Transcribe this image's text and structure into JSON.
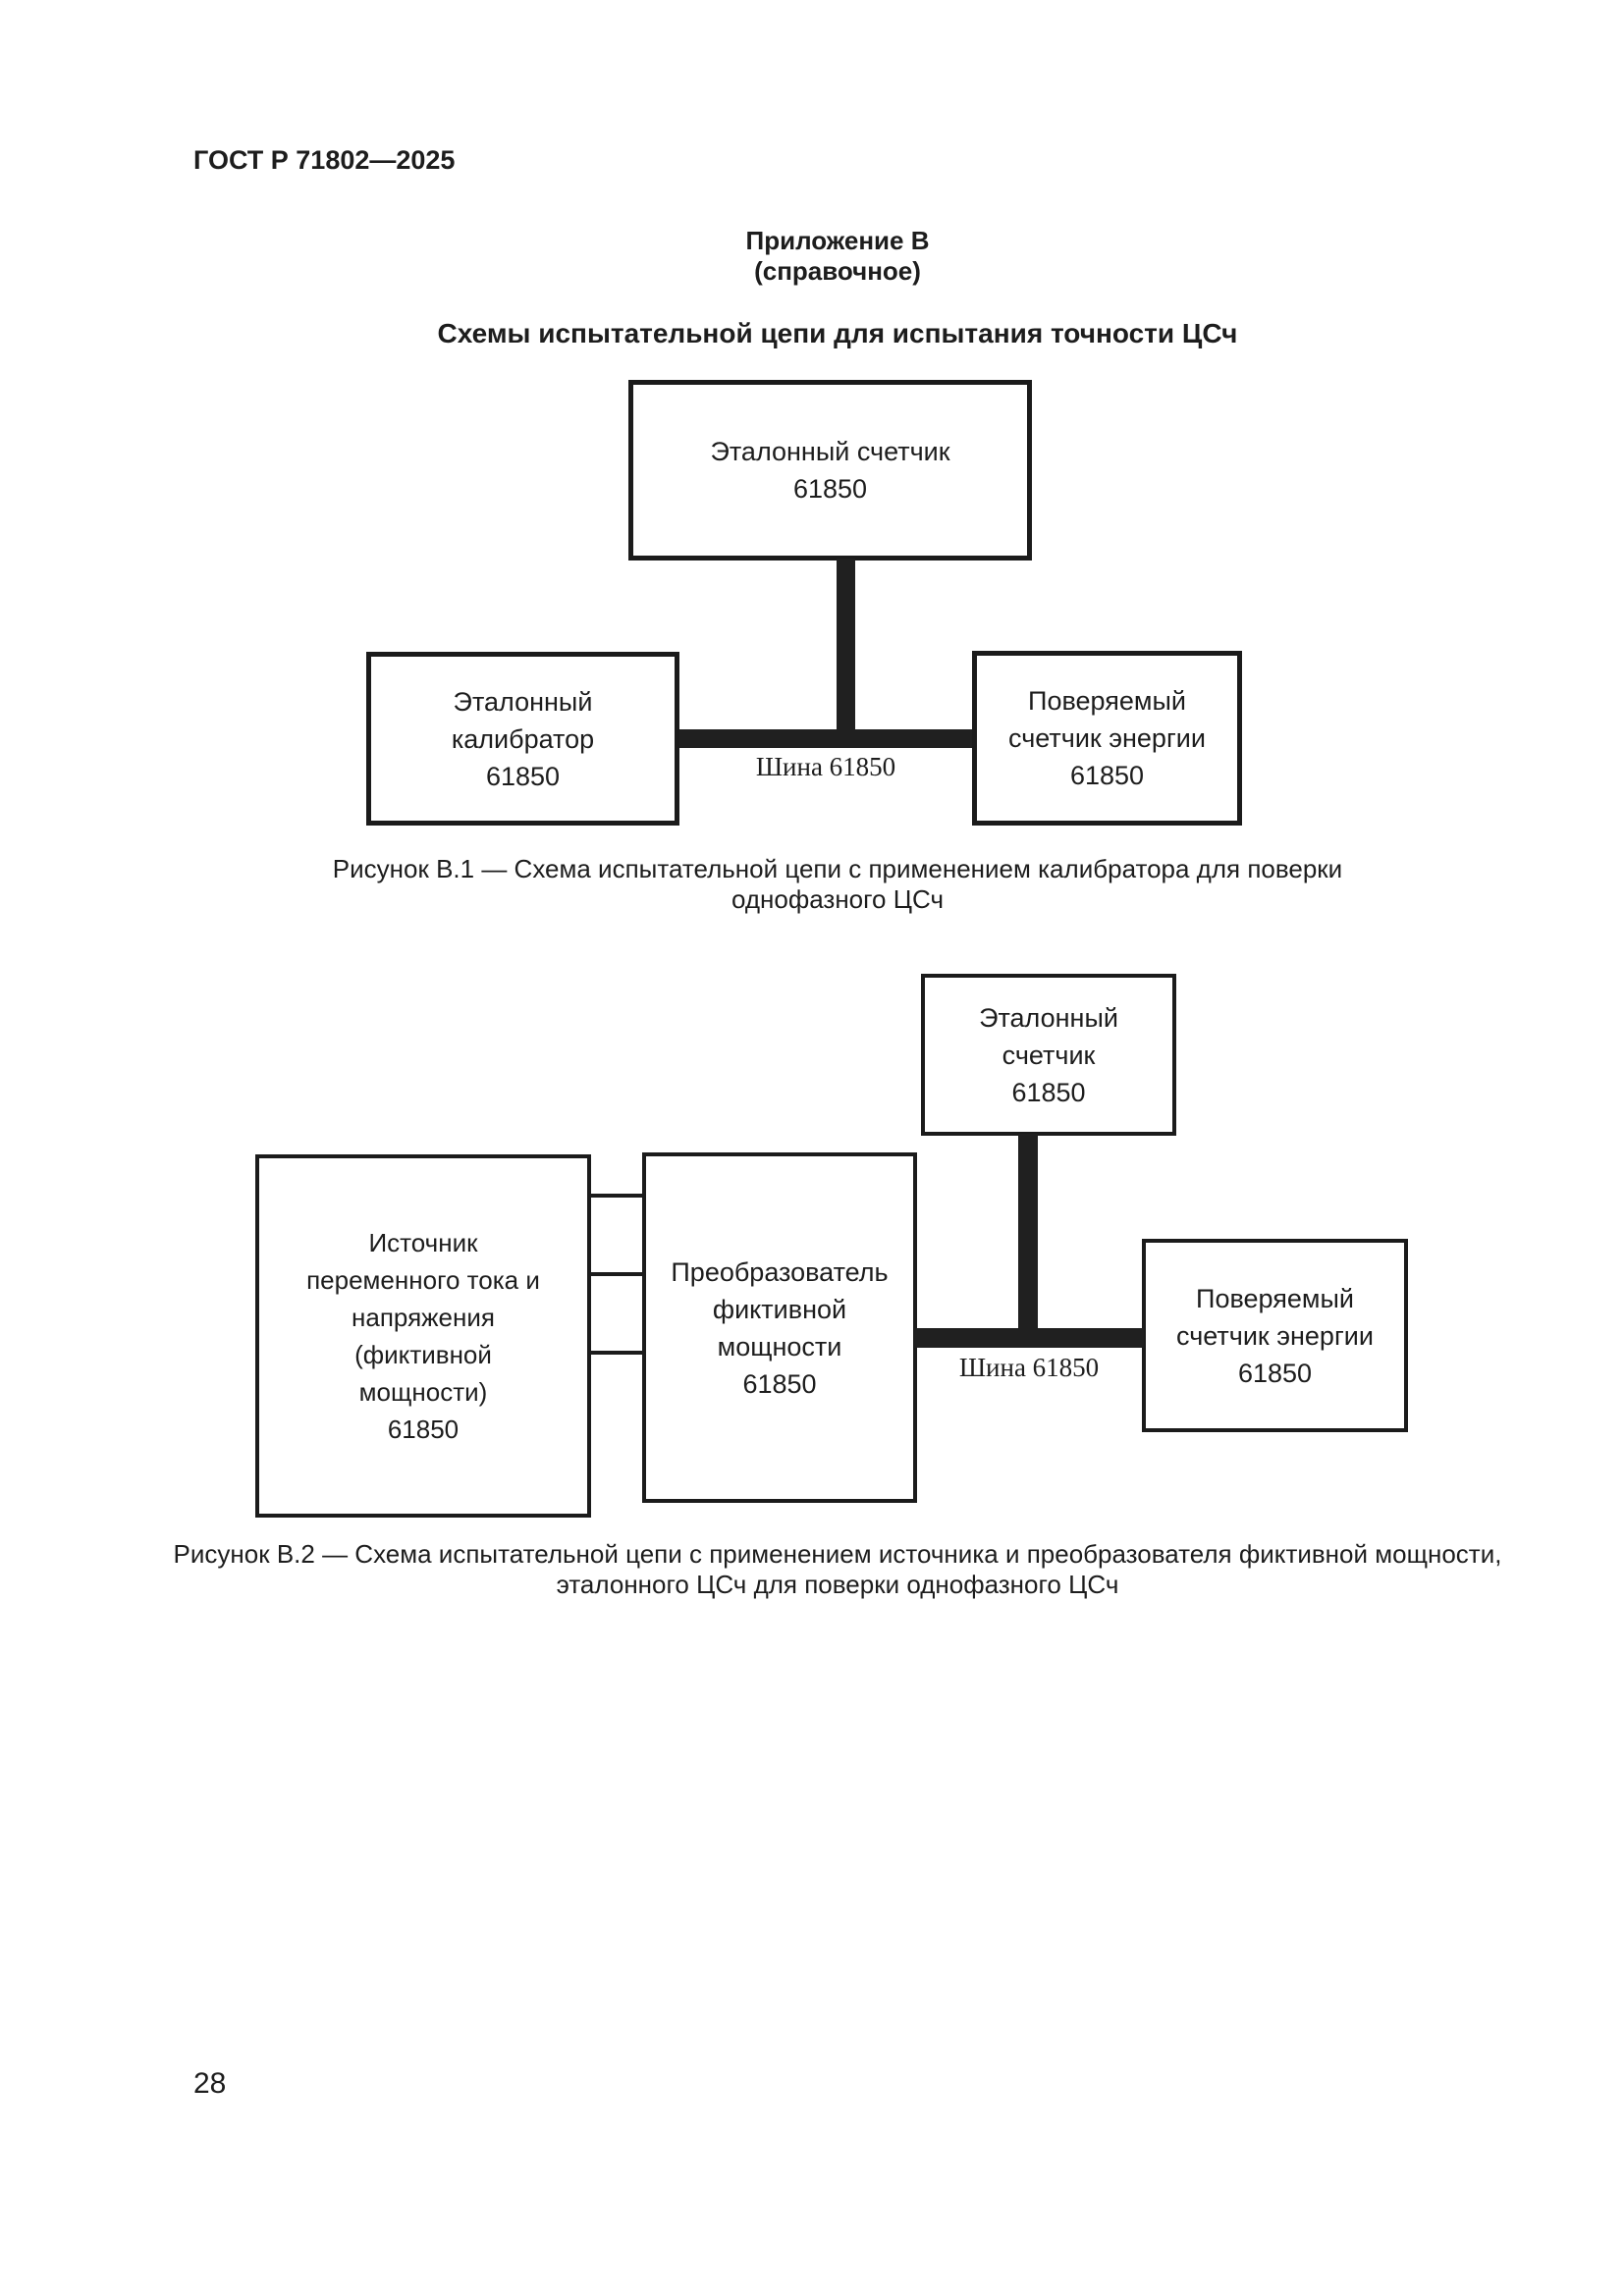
{
  "page": {
    "header": "ГОСТ Р 71802—2025",
    "number": "28"
  },
  "appendix": {
    "label": "Приложение В",
    "note": "(справочное)",
    "title": "Схемы испытательной цепи для испытания точности ЦСч"
  },
  "figure_b1": {
    "boxes": {
      "reference_meter": "Эталонный счетчик\n61850",
      "reference_calibrator": "Эталонный\nкалибратор\n61850",
      "meter_under_test": "Поверяемый\nсчетчик энергии\n61850"
    },
    "bus_label": "Шина 61850",
    "caption": "Рисунок В.1 — Схема испытательной цепи с применением калибратора для поверки\nоднофазного ЦСч"
  },
  "figure_b2": {
    "boxes": {
      "reference_meter": "Эталонный\nсчетчик\n61850",
      "source": "Источник\nпеременного тока и\nнапряжения\n(фиктивной\nмощности)\n61850",
      "converter": "Преобразователь\nфиктивной\nмощности\n61850",
      "meter_under_test": "Поверяемый\nсчетчик энергии\n61850"
    },
    "bus_label": "Шина 61850",
    "caption": "Рисунок В.2 — Схема испытательной цепи с применением источника и преобразователя фиктивной мощности,\nэталонного ЦСч для поверки однофазного ЦСч"
  },
  "colors": {
    "ink": "#1d1d1d",
    "bus": "#202020",
    "paper": "#ffffff"
  }
}
